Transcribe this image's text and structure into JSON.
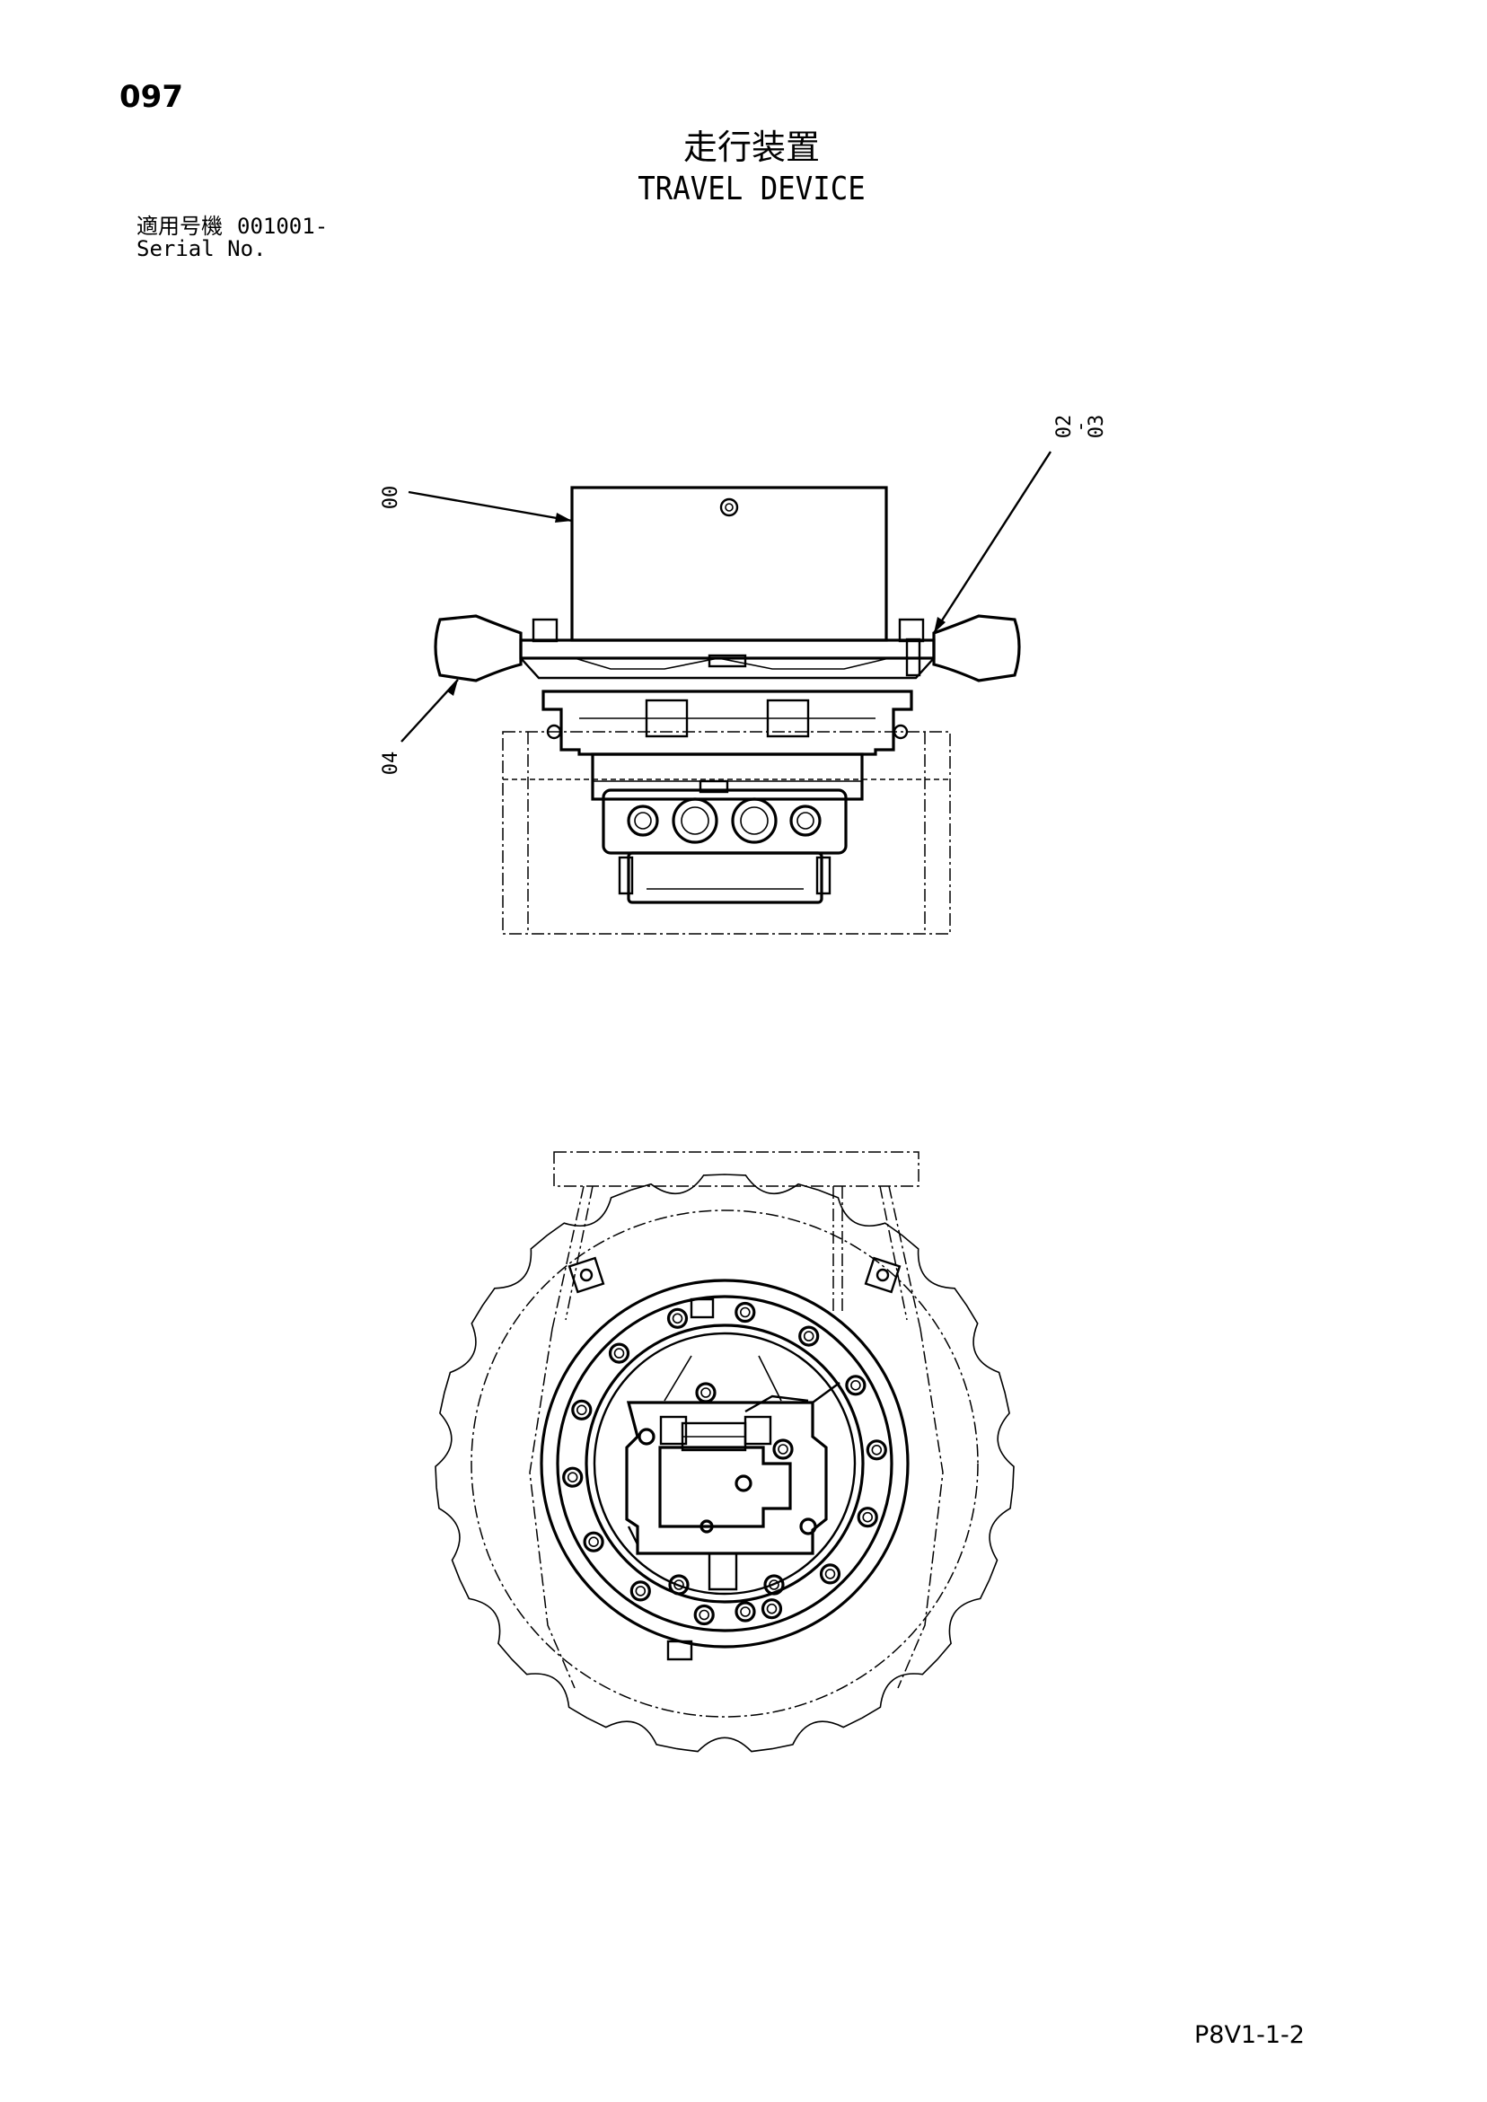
{
  "page": {
    "number": "097",
    "code": "P8V1-1-2"
  },
  "title": {
    "jp": "走行装置",
    "en": "TRAVEL DEVICE"
  },
  "serial": {
    "label_jp": "適用号機",
    "label_en": "Serial No.",
    "value": "001001-"
  },
  "callouts": {
    "c00": "00",
    "c02": "02",
    "c02_sep": "-",
    "c03": "03",
    "c04": "04"
  }
}
